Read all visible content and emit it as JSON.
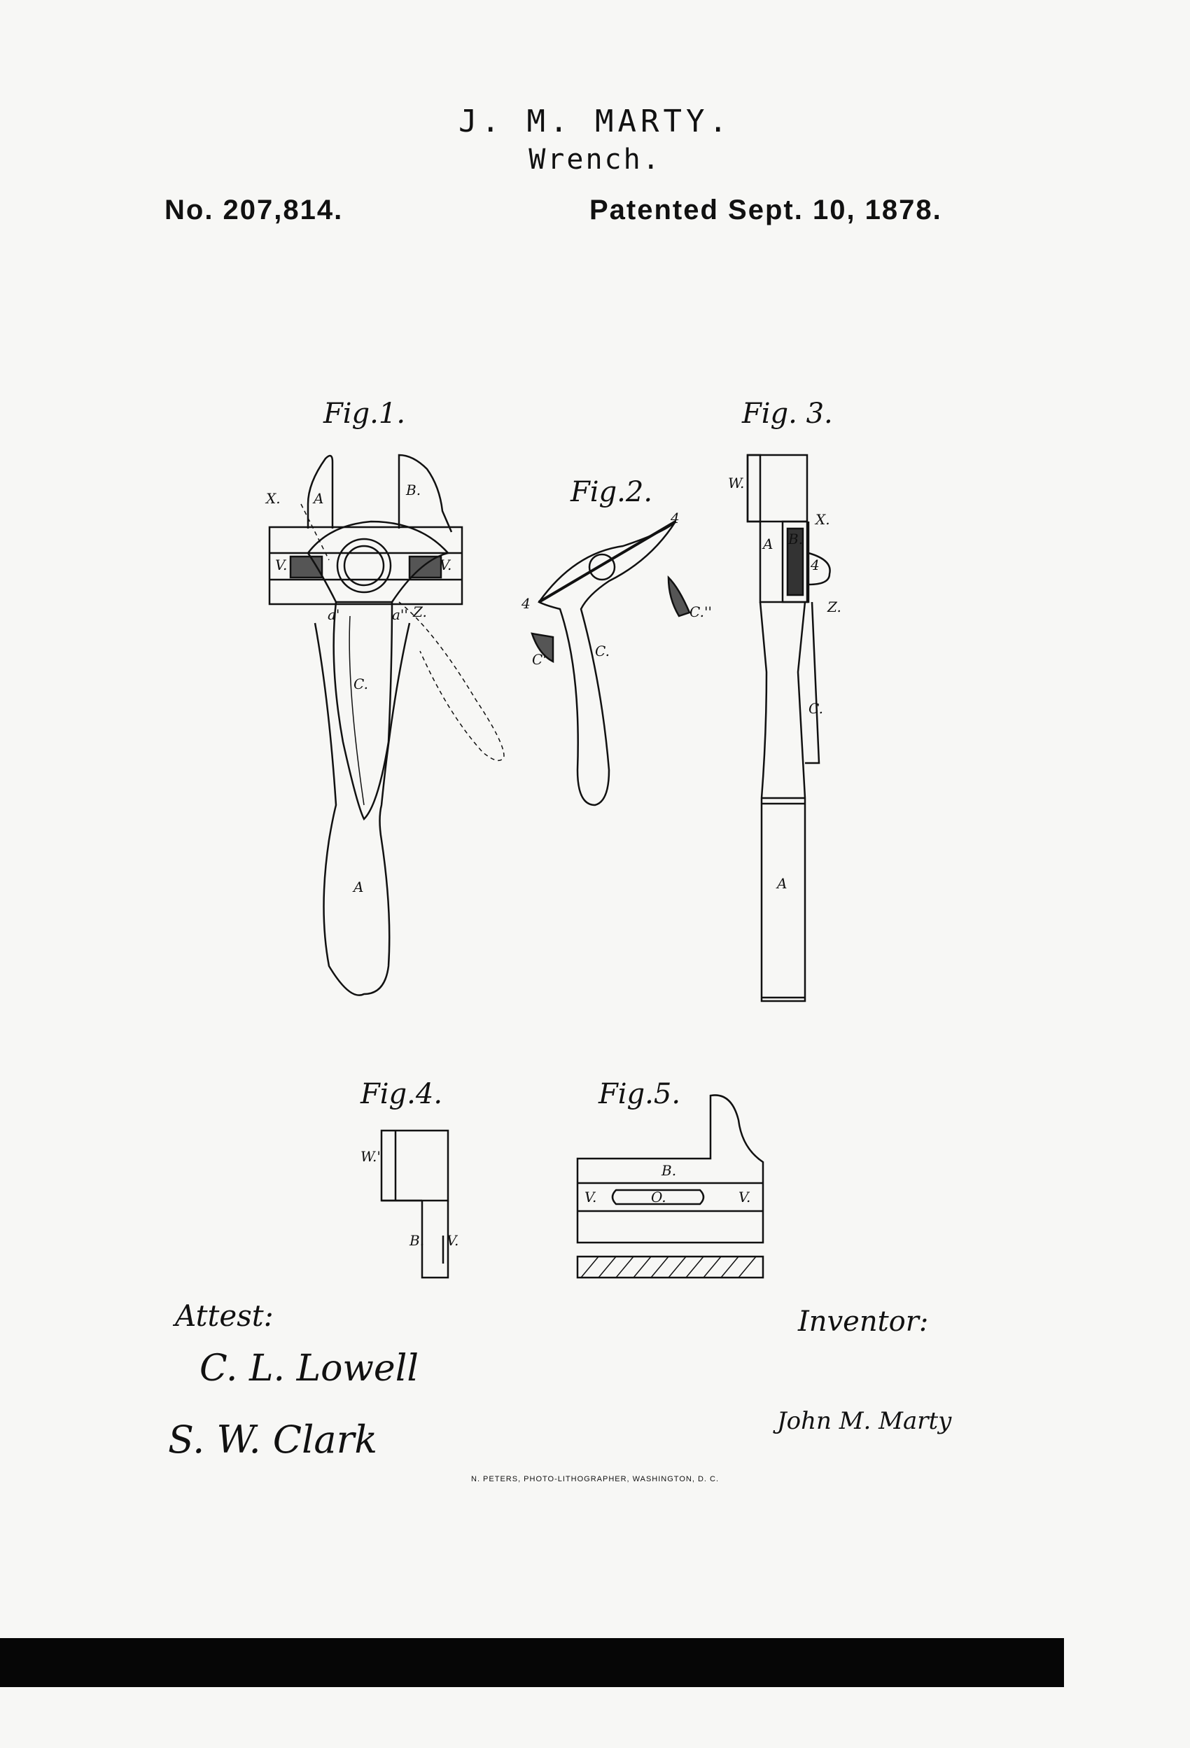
{
  "header": {
    "inventor_name": "J. M. MARTY.",
    "title": "Wrench.",
    "patent_number": "No. 207,814.",
    "patent_date": "Patented Sept. 10, 1878."
  },
  "figures": {
    "fig1": "Fig.1.",
    "fig2": "Fig.2.",
    "fig3": "Fig. 3.",
    "fig4": "Fig.4.",
    "fig5": "Fig.5."
  },
  "part_labels": {
    "x": "X.",
    "a": "A",
    "b": "B.",
    "v": "V.",
    "z": "Z.",
    "a_prime": "a'",
    "a_double": "a''",
    "c": "C.",
    "c_prime": "C'",
    "c_double": "C.''",
    "four": "4",
    "w": "W.",
    "w_prime": "W.'",
    "o": "O."
  },
  "attestation": {
    "attest_label": "Attest:",
    "witness1": "C. L. Lowell",
    "witness2": "S. W. Clark",
    "inventor_label": "Inventor:",
    "inventor_signature": "John M. Marty"
  },
  "footer": {
    "printer": "N. PETERS, PHOTO-LITHOGRAPHER, WASHINGTON, D. C."
  }
}
